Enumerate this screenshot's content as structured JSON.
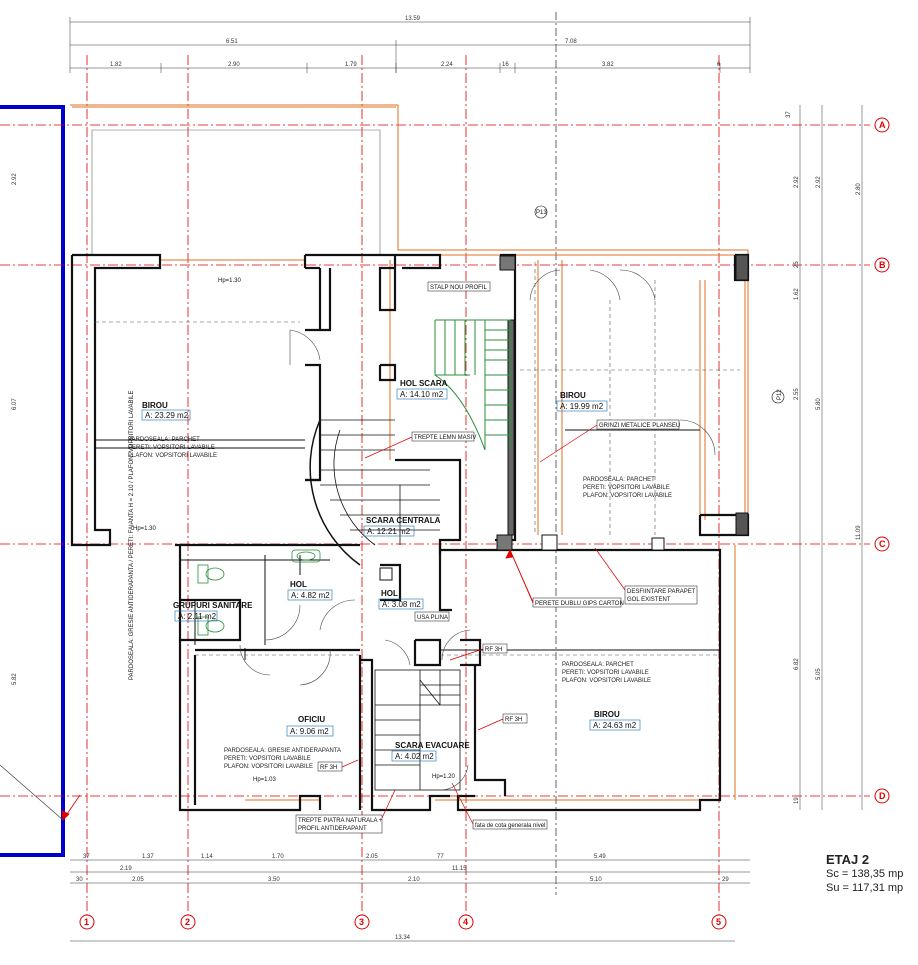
{
  "title_block": {
    "title": "ETAJ 2",
    "sc": "Sc = 138,35 mp",
    "su": "Su = 117,31 mp"
  },
  "grid_axes": {
    "columns": [
      "1",
      "2",
      "3",
      "4",
      "5"
    ],
    "rows": [
      "A",
      "B",
      "C",
      "D"
    ]
  },
  "top_dims": {
    "overall": "13.59",
    "row2": [
      "6.51",
      "7.08"
    ],
    "row3": [
      "1.82",
      "2.90",
      "1.79",
      "2.24",
      "16",
      "3.82",
      "6"
    ]
  },
  "bottom_dims": {
    "row1": [
      "37",
      "1.37",
      "1.14",
      "1.70",
      "2.05",
      "77",
      "5.49"
    ],
    "row2": [
      "2.19",
      "11.15"
    ],
    "row3": [
      "30",
      "2.05",
      "3.50",
      "2.10",
      "5.10",
      "29"
    ],
    "overall": "13.34"
  },
  "right_dims": {
    "row1": [
      "37",
      "2.92",
      "25",
      "1.62",
      "2.55",
      "6.82",
      "19"
    ],
    "row2": [
      "2.92",
      "5.80",
      "5.05"
    ],
    "row3": [
      "2.80",
      "11.09"
    ]
  },
  "left_dims": [
    "2.92",
    "6.07",
    "5.82"
  ],
  "rooms": [
    {
      "name": "BIROU",
      "area": "A: 23.29 m2",
      "finishes": [
        "PARDOSEALA: PARCHET",
        "PERETI: VOPSITORI LAVABILE",
        "PLAFON: VOPSITORI LAVABILE"
      ]
    },
    {
      "name": "HOL SCARA",
      "area": "A: 14.10 m2",
      "finishes": []
    },
    {
      "name": "BIROU",
      "area": "A: 19.99 m2",
      "finishes": [
        "PARDOSEALA: PARCHET",
        "PERETI: VOPSITORI LAVABILE",
        "PLAFON: VOPSITORI LAVABILE"
      ]
    },
    {
      "name": "SCARA CENTRALA",
      "area": "A: 12.21 m2",
      "finishes": []
    },
    {
      "name": "HOL",
      "area": "A: 4.82 m2",
      "finishes": []
    },
    {
      "name": "HOL",
      "area": "A: 3.08 m2",
      "finishes": []
    },
    {
      "name": "GRUPURI SANITARE",
      "area": "A: 2.11 m2",
      "finishes": []
    },
    {
      "name": "OFICIU",
      "area": "A: 9.06 m2",
      "finishes": [
        "PARDOSEALA: GRESIE ANTIDERAPANTA",
        "PERETI: VOPSITORI LAVABILE",
        "PLAFON: VOPSITORI LAVABILE"
      ]
    },
    {
      "name": "SCARA EVACUARE",
      "area": "A: 4.02 m2",
      "finishes": []
    },
    {
      "name": "BIROU",
      "area": "A: 24.63 m2",
      "finishes": [
        "PARDOSEALA: PARCHET",
        "PERETI: VOPSITORI LAVABILE",
        "PLAFON: VOPSITORI LAVABILE"
      ]
    }
  ],
  "annotations": {
    "stalp": "STALP NOU PROFIL",
    "trepte_lemn": "TREPTE LEMN MASIV",
    "grinzi": "GRINZI METALICE PLANSEU",
    "pereti_gips": "PERETE DUBLU GIPS CARTON",
    "desfiintare": "DESFIINTARE PARAPET",
    "gol_existent": "GOL EXISTENT",
    "usa_plina": "USA PLINA",
    "rf3h_a": "RF 3H",
    "rf3h_b": "RF 3H",
    "rf3h_c": "RF 3H",
    "trepte_piatra": "TREPTE PIATRA NATURALA +",
    "profil": "PROFIL ANTIDERAPANT",
    "fata_decota": "fata de cota generala nivel",
    "hp_130a": "Hp=1.30",
    "hp_130b": "Hp=1.30",
    "hp_103": "Hp=1.03",
    "hp_120": "Hp=1.20",
    "gs_vertical": "PARDOSEALA: GRESIE ANTIDERAPANTA / PERETI: FAIANTA H = 2.10 / PLAFON: VOPSITORI LAVABILE",
    "p13": "P13",
    "p12": "P12"
  },
  "colors": {
    "wall": "#111111",
    "axis": "#d00000",
    "orange_wall": "#e07020",
    "stair_green": "#2a8f3a",
    "site_blue": "#0000cc",
    "dim": "#333333"
  }
}
